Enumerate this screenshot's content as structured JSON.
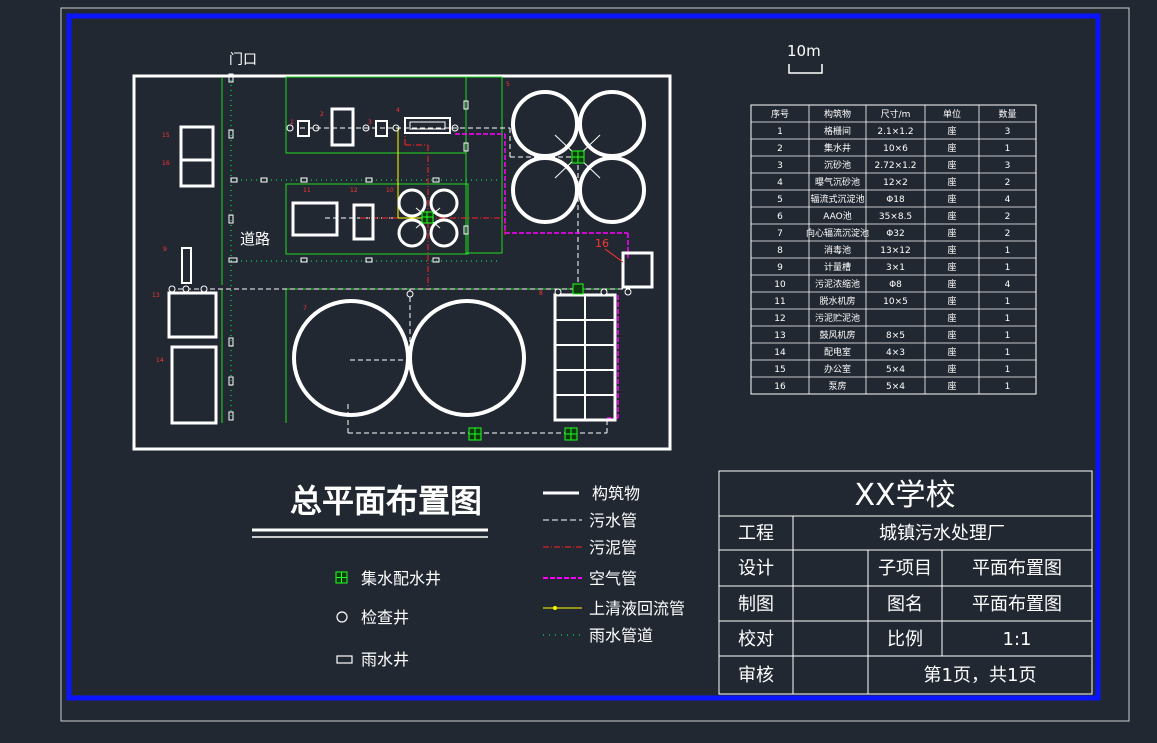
{
  "scale_label": "10m",
  "labels": {
    "gate": "门口",
    "road": "道路",
    "callout_16": "16"
  },
  "drawing_title": "总平面布置图",
  "legend_lines": [
    {
      "label": "构筑物",
      "color": "#ffffff",
      "style": "solid"
    },
    {
      "label": "污水管",
      "color": "#ffffff",
      "style": "dashed"
    },
    {
      "label": "污泥管",
      "color": "#ff2222",
      "style": "dashdot"
    },
    {
      "label": "空气管",
      "color": "#ff00ff",
      "style": "dashed"
    },
    {
      "label": "上清液回流管",
      "color": "#ffff00",
      "style": "dashed"
    },
    {
      "label": "雨水管道",
      "color": "#00ff66",
      "style": "dotted"
    }
  ],
  "legend_symbols": [
    {
      "label": "集水配水井",
      "symbol": "distribution-well"
    },
    {
      "label": "检查井",
      "symbol": "inspection-well"
    },
    {
      "label": "雨水井",
      "symbol": "rain-well"
    }
  ],
  "structure_table": {
    "headers": [
      "序号",
      "构筑物",
      "尺寸/m",
      "单位",
      "数量"
    ],
    "rows": [
      [
        "1",
        "格栅间",
        "2.1×1.2",
        "座",
        "3"
      ],
      [
        "2",
        "集水井",
        "10×6",
        "座",
        "1"
      ],
      [
        "3",
        "沉砂池",
        "2.72×1.2",
        "座",
        "3"
      ],
      [
        "4",
        "曝气沉砂池",
        "12×2",
        "座",
        "2"
      ],
      [
        "5",
        "辐流式沉淀池",
        "Φ18",
        "座",
        "4"
      ],
      [
        "6",
        "AAO池",
        "35×8.5",
        "座",
        "2"
      ],
      [
        "7",
        "向心辐流沉淀池",
        "Φ32",
        "座",
        "2"
      ],
      [
        "8",
        "消毒池",
        "13×12",
        "座",
        "1"
      ],
      [
        "9",
        "计量槽",
        "3×1",
        "座",
        "1"
      ],
      [
        "10",
        "污泥浓缩池",
        "Φ8",
        "座",
        "4"
      ],
      [
        "11",
        "脱水机房",
        "10×5",
        "座",
        "1"
      ],
      [
        "12",
        "污泥贮泥池",
        "",
        "座",
        "1"
      ],
      [
        "13",
        "鼓风机房",
        "8×5",
        "座",
        "1"
      ],
      [
        "14",
        "配电室",
        "4×3",
        "座",
        "1"
      ],
      [
        "15",
        "办公室",
        "5×4",
        "座",
        "1"
      ],
      [
        "16",
        "泵房",
        "5×4",
        "座",
        "1"
      ]
    ]
  },
  "title_block": {
    "school": "XX学校",
    "project_label": "工程",
    "project_value": "城镇污水处理厂",
    "design_label": "设计",
    "subitem_label": "子项目",
    "subitem_value": "平面布置图",
    "drawn_label": "制图",
    "drawing_name_label": "图名",
    "drawing_name_value": "平面布置图",
    "check_label": "校对",
    "scale_label": "比例",
    "scale_value": "1:1",
    "review_label": "审核",
    "page_value": "第1页，共1页"
  },
  "colors": {
    "background": "#222831",
    "frame": "#0a14ff",
    "structure": "#ffffff",
    "boundary": "#22dd22",
    "sludge": "#ff2222",
    "air": "#ff00ff",
    "supernatant": "#ffff00",
    "rain": "#00ff66",
    "label": "#ff3333"
  }
}
